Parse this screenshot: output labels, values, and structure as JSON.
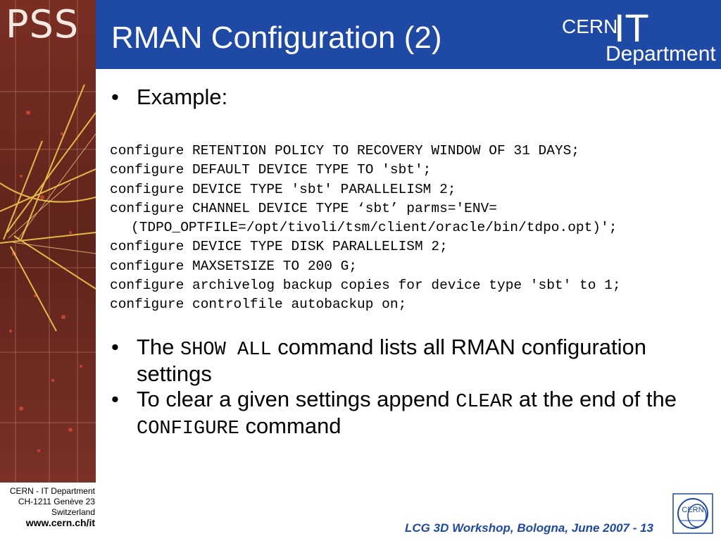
{
  "header": {
    "title": "RMAN Configuration (2)",
    "logo_left": "PSS",
    "logo_right": {
      "cern": "CERN",
      "it": "IT",
      "department": "Department"
    }
  },
  "content": {
    "bullet1": "Example:",
    "code_lines": [
      "configure RETENTION POLICY TO RECOVERY WINDOW OF 31 DAYS;",
      "configure DEFAULT DEVICE TYPE TO 'sbt';",
      "configure DEVICE TYPE 'sbt' PARALLELISM 2;",
      "configure CHANNEL DEVICE TYPE ‘sbt’ parms='ENV=",
      "(TDPO_OPTFILE=/opt/tivoli/tsm/client/oracle/bin/tdpo.opt)';",
      "configure DEVICE TYPE DISK PARALLELISM 2;",
      "configure MAXSETSIZE TO 200 G;",
      "configure archivelog backup copies for device type 'sbt' to 1;",
      "configure controlfile autobackup on;"
    ],
    "bullet2": {
      "pre": "The ",
      "code": "SHOW ALL",
      "post": " command lists all RMAN configuration settings"
    },
    "bullet3": {
      "pre": "To clear a given settings append ",
      "code1": "CLEAR",
      "mid": " at the end of the ",
      "code2": "CONFIGURE",
      "post": " command"
    }
  },
  "footer": {
    "address_line1": "CERN - IT Department",
    "address_line2": "CH-1211 Genève 23",
    "address_line3": "Switzerland",
    "url": "www.cern.ch/it",
    "caption": "LCG 3D Workshop, Bologna, June 2007 - 13",
    "seal_text": "CERN"
  },
  "colors": {
    "header_blue": "#1e49a4",
    "sidebar_red": "#6b2a20",
    "track_yellow": "#f2c84b"
  }
}
